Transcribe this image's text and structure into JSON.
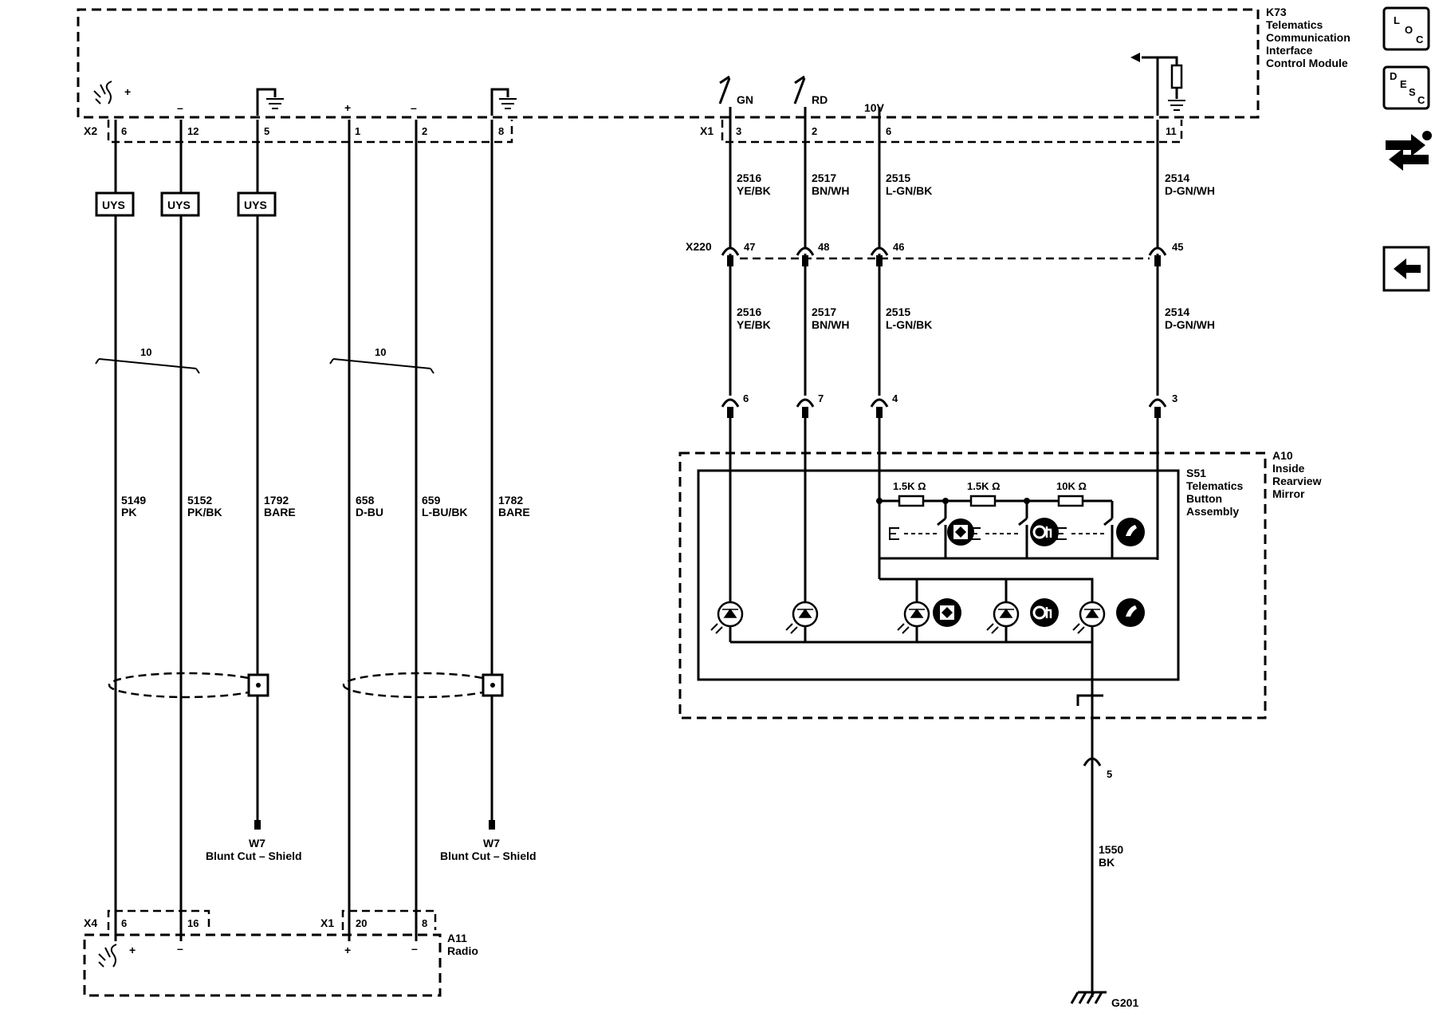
{
  "colors": {
    "ink": "#000000",
    "background": "#ffffff"
  },
  "modules": {
    "k73": {
      "ref": "K73",
      "name_lines": [
        "Telematics",
        "Communication",
        "Interface",
        "Control Module"
      ]
    },
    "a11": {
      "ref": "A11",
      "name": "Radio"
    },
    "a10": {
      "ref": "A10",
      "name_lines": [
        "Inside",
        "Rearview",
        "Mirror"
      ]
    },
    "s51": {
      "ref": "S51",
      "name_lines": [
        "Telematics",
        "Button",
        "Assembly"
      ]
    }
  },
  "connectors": {
    "k73_x2": "X2",
    "k73_x1": "X1",
    "inline": "X220",
    "radio_x4": "X4",
    "radio_x1": "X1"
  },
  "k73_pins": {
    "x2": [
      "6",
      "12",
      "5",
      "1",
      "2",
      "8"
    ],
    "x1": [
      "3",
      "2",
      "6",
      "11"
    ],
    "switch_labels": [
      "GN",
      "RD"
    ],
    "supply_label": "10V",
    "polarity": [
      "+",
      "–",
      "+",
      "–"
    ]
  },
  "wires_left": [
    {
      "circuit": "5149",
      "color": "PK"
    },
    {
      "circuit": "5152",
      "color": "PK/BK"
    },
    {
      "circuit": "1792",
      "color": "BARE"
    },
    {
      "circuit": "658",
      "color": "D-BU"
    },
    {
      "circuit": "659",
      "color": "L-BU/BK"
    },
    {
      "circuit": "1782",
      "color": "BARE"
    }
  ],
  "uys_labels": [
    "UYS",
    "UYS",
    "UYS"
  ],
  "twist_labels": [
    "10",
    "10"
  ],
  "shield_terminations": [
    {
      "ref": "W7",
      "desc": "Blunt Cut – Shield"
    },
    {
      "ref": "W7",
      "desc": "Blunt Cut – Shield"
    }
  ],
  "radio_pins": {
    "x4": [
      "6",
      "16"
    ],
    "x1": [
      "20",
      "8"
    ],
    "polarity": [
      "+",
      "–",
      "+",
      "–"
    ]
  },
  "wires_right": [
    {
      "circuit": "2516",
      "color": "YE/BK"
    },
    {
      "circuit": "2517",
      "color": "BN/WH"
    },
    {
      "circuit": "2515",
      "color": "L-GN/BK"
    },
    {
      "circuit": "2514",
      "color": "D-GN/WH"
    }
  ],
  "x220_pins": [
    "47",
    "48",
    "46",
    "45"
  ],
  "mirror_pins": [
    "6",
    "7",
    "4",
    "3"
  ],
  "resistors": [
    "1.5K Ω",
    "1.5K Ω",
    "10K Ω"
  ],
  "ground": {
    "mirror_pin": "5",
    "wire": {
      "circuit": "1550",
      "color": "BK"
    },
    "ref": "G201"
  },
  "nav_buttons": [
    {
      "name": "loc-button",
      "letters": [
        "L",
        "O",
        "C"
      ]
    },
    {
      "name": "desc-button",
      "letters": [
        "D",
        "E",
        "S",
        "C"
      ]
    },
    {
      "name": "connector-end-view-button",
      "icon": "connector-icon"
    },
    {
      "name": "back-button",
      "icon": "back-arrow-icon"
    }
  ]
}
